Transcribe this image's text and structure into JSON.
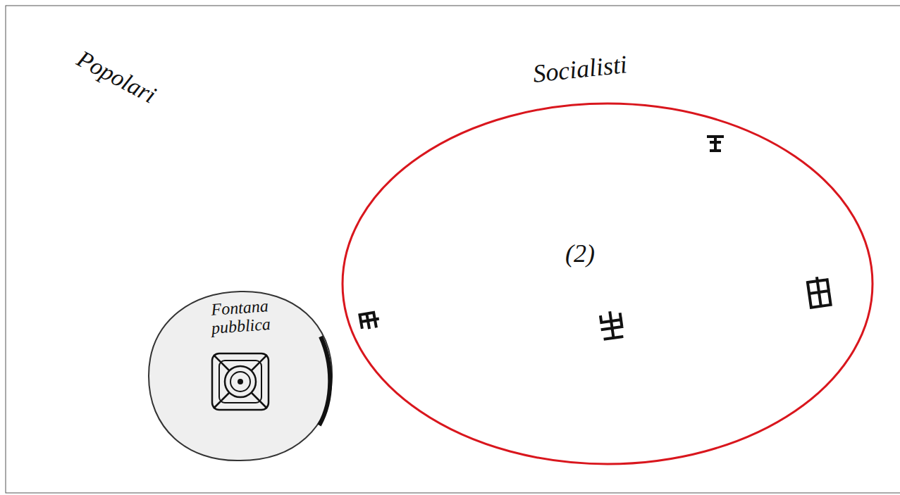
{
  "diagram": {
    "nodes": [
      {
        "text": [
          "Socialisti",
          "(2)"
        ]
      },
      {
        "text": [
          "Fontana pubblica"
        ]
      }
    ],
    "labels": [
      "Popolari"
    ]
  }
}
